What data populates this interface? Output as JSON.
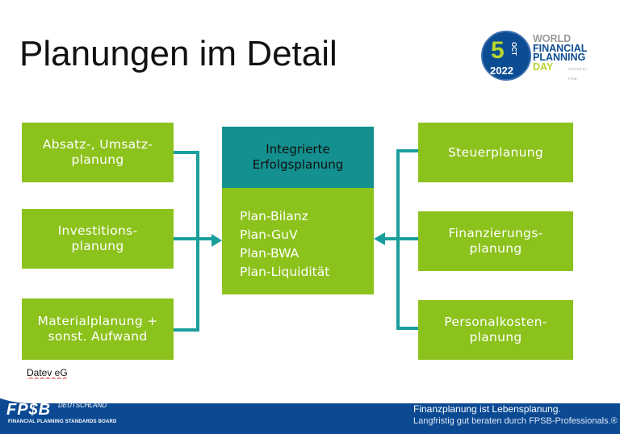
{
  "title": "Planungen im Detail",
  "logo": {
    "day": "5",
    "month": "OCT",
    "year": "2022",
    "line1": "WORLD",
    "line2": "FINANCIAL",
    "line3": "PLANNING",
    "line4": "DAY",
    "hosted": "HOSTED BY FPSB"
  },
  "left_boxes": [
    "Absatz-, Umsatz-\nplanung",
    "Investitions-\nplanung",
    "Materialplanung +\nsonst. Aufwand"
  ],
  "center": {
    "header": "Integrierte\nErfolgsplanung",
    "items": [
      "Plan-Bilanz",
      "Plan-GuV",
      "Plan-BWA",
      "Plan-Liquidität"
    ]
  },
  "right_boxes": [
    "Steuerplanung",
    "Finanzierungs-\nplanung",
    "Personalkosten-\nplanung"
  ],
  "source": "Datev eG",
  "footer": {
    "brand": "FP$B",
    "country": "DEUTSCHLAND",
    "board": "FINANCIAL PLANNING STANDARDS BOARD",
    "slogan": "Finanzplanung ist Lebensplanung.",
    "subslogan": "Langfristig gut beraten durch FPSB-Professionals.®"
  },
  "colors": {
    "green": "#8cc21c",
    "teal": "#13908f",
    "line": "#1a9e9c",
    "footer": "#0b4a93"
  }
}
